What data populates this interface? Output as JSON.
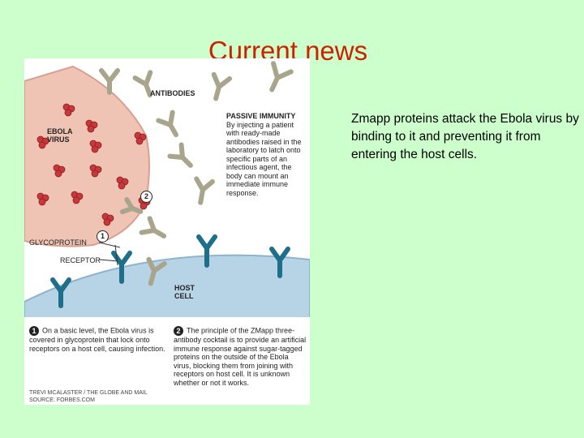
{
  "slide": {
    "title": "Current news",
    "body": "Zmapp proteins attack the Ebola virus by binding to it and preventing it from entering the host cells."
  },
  "figure": {
    "labels": {
      "antibodies": "ANTIBODIES",
      "ebola_virus": "EBOLA VIRUS",
      "glycoprotein": "GLYCOPROTEIN",
      "receptor": "RECEPTOR",
      "host_cell": "HOST CELL"
    },
    "passive_immunity": {
      "heading": "PASSIVE IMMUNITY",
      "text": "By injecting a patient with ready-made antibodies raised in the laboratory to latch onto specific parts of an infectious agent, the body can mount an immediate immune response."
    },
    "steps": [
      {
        "number": "1",
        "text": "On a basic level, the Ebola virus is covered in glycoprotein that lock onto receptors on a host cell, causing infection."
      },
      {
        "number": "2",
        "text": "The principle of the ZMapp three-antibody cocktail is to provide an artificial immune response against sugar-tagged proteins on the outside of the Ebola virus, blocking them from joining with receptors on host cell. It is unknown whether or not it works."
      }
    ],
    "credit_line1": "TREVI McALASTER / THE GLOBE AND MAIL",
    "credit_line2": "SOURCE: FORBES.COM"
  },
  "colors": {
    "background": "#ccffcc",
    "title": "#cc2200",
    "virus": "#f0c4b4",
    "host_cell": "#b7d3e6",
    "receptor": "#1e6f8a",
    "antibody": "#a9a58c",
    "glycoprotein": "#c8373a"
  }
}
